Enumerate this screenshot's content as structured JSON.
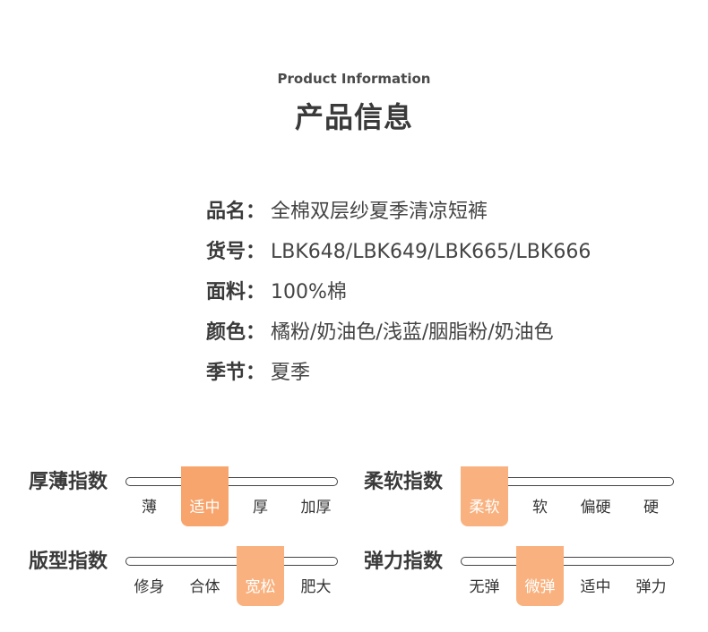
{
  "header": {
    "subtitle": "Product Information",
    "title": "产品信息"
  },
  "info": [
    {
      "label": "品名：",
      "value": "全棉双层纱夏季清凉短裤"
    },
    {
      "label": "货号：",
      "value": "LBK648/LBK649/LBK665/LBK666"
    },
    {
      "label": "面料：",
      "value": "100%棉"
    },
    {
      "label": "颜色：",
      "value": "橘粉/奶油色/浅蓝/胭脂粉/奶油色"
    },
    {
      "label": "季节：",
      "value": "夏季"
    }
  ],
  "indices": [
    {
      "label": "厚薄指数",
      "options": [
        "薄",
        "适中",
        "厚",
        "加厚"
      ],
      "selected": 1,
      "color": "#f8a56d"
    },
    {
      "label": "柔软指数",
      "options": [
        "柔软",
        "软",
        "偏硬",
        "硬"
      ],
      "selected": 0,
      "color": "#f9b27f"
    },
    {
      "label": "版型指数",
      "options": [
        "修身",
        "合体",
        "宽松",
        "肥大"
      ],
      "selected": 2,
      "color": "#f9b27f"
    },
    {
      "label": "弹力指数",
      "options": [
        "无弹",
        "微弹",
        "适中",
        "弹力"
      ],
      "selected": 1,
      "color": "#f9b27f"
    }
  ]
}
